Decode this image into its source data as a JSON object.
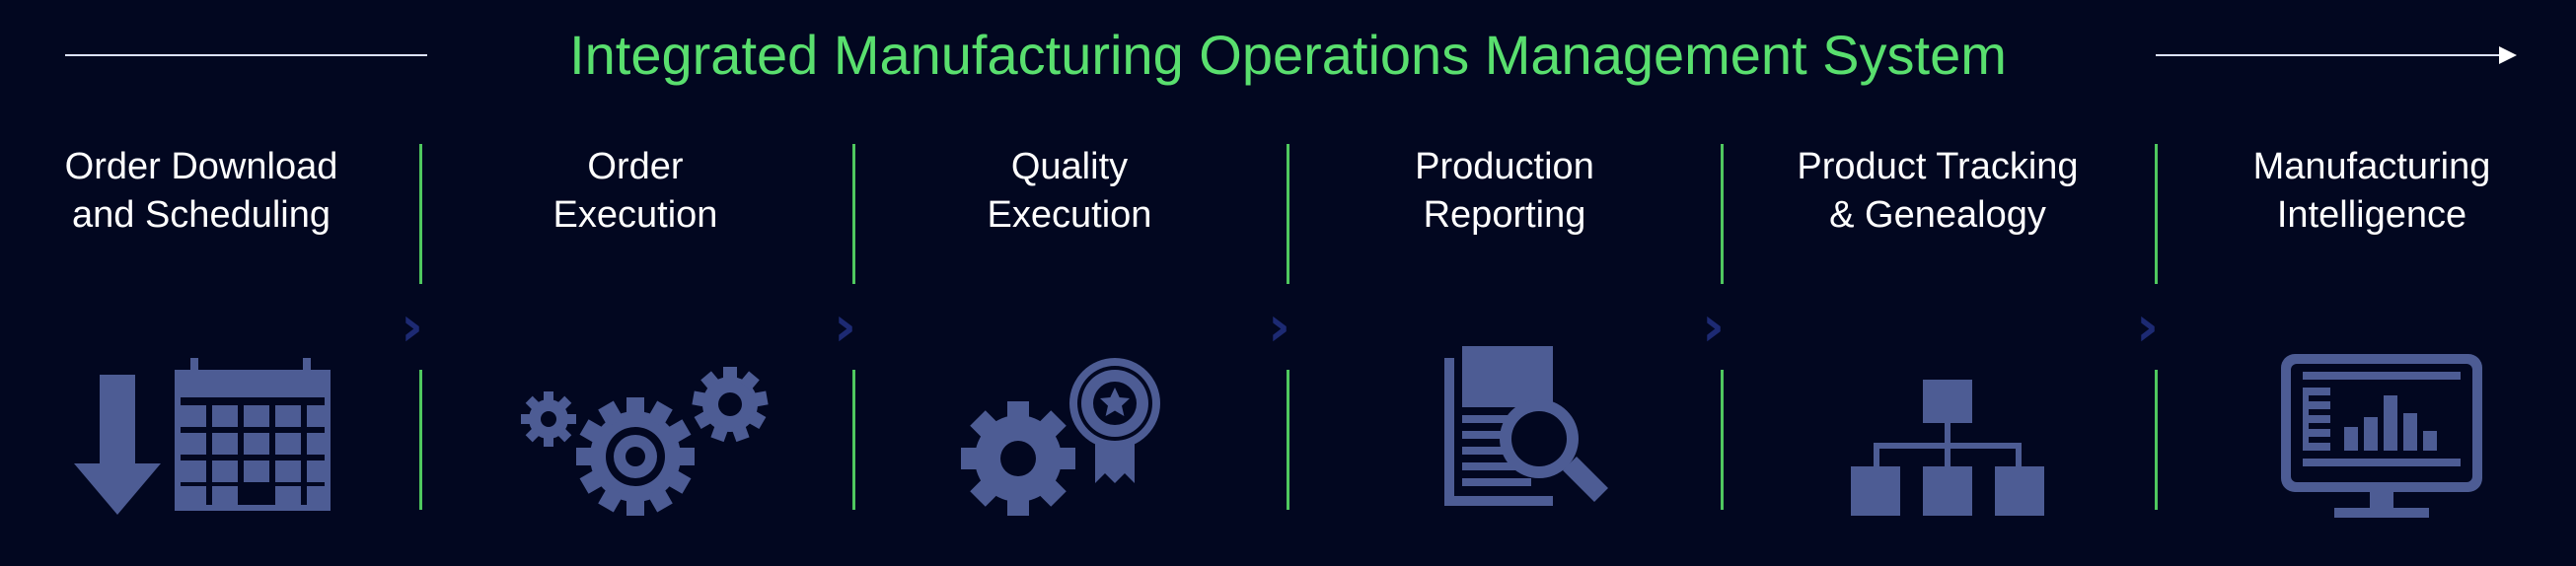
{
  "header": {
    "title": "Integrated Manufacturing Operations Management System"
  },
  "colors": {
    "background": "#020720",
    "title": "#59df6e",
    "divider": "#4fc85f",
    "chevron": "#1d2a73",
    "icon": "#4d5c94",
    "text": "#ffffff"
  },
  "stages": [
    {
      "line1": "Order Download",
      "line2": "and Scheduling",
      "icon": "download-calendar-icon"
    },
    {
      "line1": "Order",
      "line2": "Execution",
      "icon": "gears-icon"
    },
    {
      "line1": "Quality",
      "line2": "Execution",
      "icon": "gear-award-icon"
    },
    {
      "line1": "Production",
      "line2": "Reporting",
      "icon": "report-magnifier-icon"
    },
    {
      "line1": "Product Tracking",
      "line2": "& Genealogy",
      "icon": "hierarchy-icon"
    },
    {
      "line1": "Manufacturing",
      "line2": "Intelligence",
      "icon": "monitor-chart-icon"
    }
  ]
}
